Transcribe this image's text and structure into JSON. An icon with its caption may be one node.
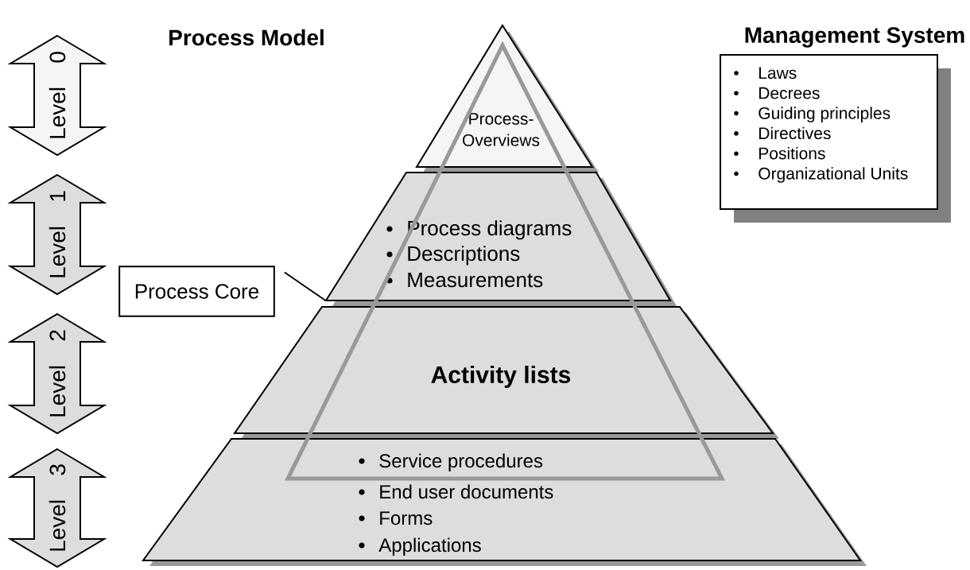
{
  "diagram": {
    "nodes": [
      {
        "text": [
          "Level",
          "0"
        ]
      },
      {
        "text": [
          "Level",
          "1"
        ]
      },
      {
        "text": [
          "Level",
          "2"
        ]
      },
      {
        "text": [
          "Level",
          "3"
        ]
      },
      {
        "text": [
          "Process-Overviews"
        ]
      },
      {
        "text": [
          "Process diagrams",
          "Descriptions",
          "Measurements"
        ]
      },
      {
        "text": [
          "Activity lists"
        ]
      },
      {
        "text": [
          "Service procedures",
          "End user documents",
          "Forms",
          "Applications"
        ]
      },
      {
        "text": [
          "Process Core"
        ]
      },
      {
        "text": [
          "Laws",
          "Decrees",
          "Guiding principles",
          "Directives",
          "Positions",
          "Organizational Units"
        ]
      }
    ],
    "edges": [
      {
        "from": 8,
        "to": 5,
        "arrow": "none"
      }
    ],
    "labels": [
      "Process Model",
      "Management System"
    ]
  }
}
